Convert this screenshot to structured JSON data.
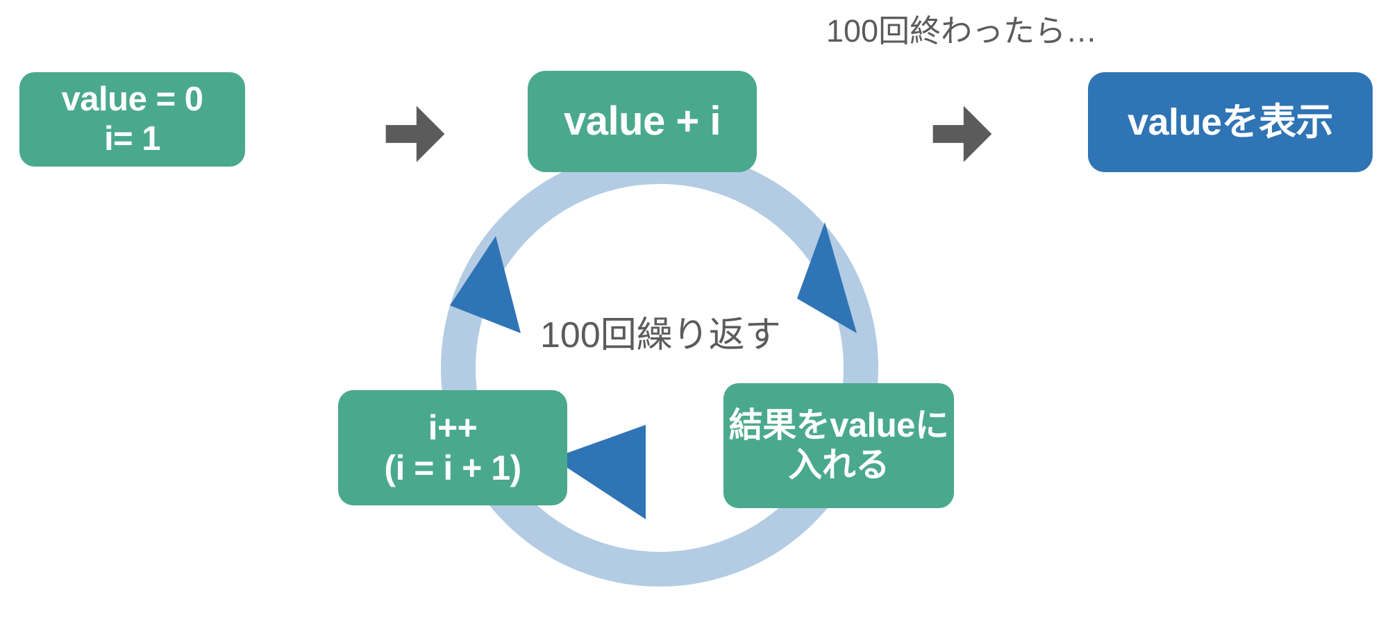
{
  "diagram": {
    "title_hidden": "",
    "colors": {
      "green": "#4aa98c",
      "blue": "#2f74b5",
      "ring_light_blue": "#b3cce4",
      "arrowhead_blue": "#2f74b5",
      "gray_arrow": "#5b5b5b",
      "caption_gray": "#5b5b5b",
      "background": "#ffffff",
      "box_text": "#ffffff"
    },
    "boxes": {
      "init": {
        "line1": "value = 0",
        "line2": "i= 1"
      },
      "accumulate": {
        "line1": "value + i"
      },
      "display": {
        "line1": "valueを表示"
      },
      "increment": {
        "line1": "i++",
        "line2": "(i = i + 1)"
      },
      "store": {
        "line1": "結果をvalueに",
        "line2": "入れる"
      }
    },
    "captions": {
      "after_loop": "100回終わったら…",
      "repeat": "100回繰り返す"
    },
    "icons": {
      "arrow_init_to_loop": "right-block-arrow-icon",
      "arrow_loop_to_output": "right-block-arrow-icon",
      "loop_ring": "circular-loop-arrow-icon"
    }
  }
}
